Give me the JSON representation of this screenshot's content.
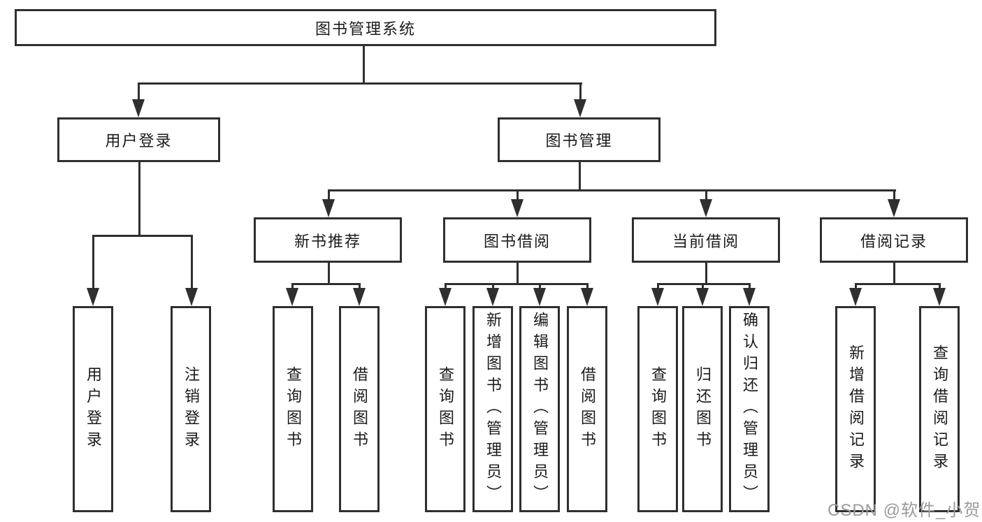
{
  "diagram": {
    "root": "图书管理系统",
    "level2": [
      "用户登录",
      "图书管理"
    ],
    "level3": [
      "新书推荐",
      "图书借阅",
      "当前借阅",
      "借阅记录"
    ],
    "leaves": {
      "user_login": [
        "用户登录",
        "注销登录"
      ],
      "new_books": [
        "查询图书",
        "借阅图书"
      ],
      "book_borrow": [
        "查询图书",
        "新增图书（管理员）",
        "编辑图书（管理员）",
        "借阅图书"
      ],
      "current_borrow": [
        "查询图书",
        "归还图书",
        "确认归还（管理员）"
      ],
      "borrow_records": [
        "新增借阅记录",
        "查询借阅记录"
      ]
    },
    "colors": {
      "line": "#2f2f2f",
      "box_border": "#2f2f2f",
      "box_fill": "#ffffff",
      "text": "#1b1b1b",
      "watermark": "#9b9b9b",
      "background": "#ffffff"
    }
  },
  "watermark": {
    "text": "CSDN @软件_小贺同学"
  }
}
